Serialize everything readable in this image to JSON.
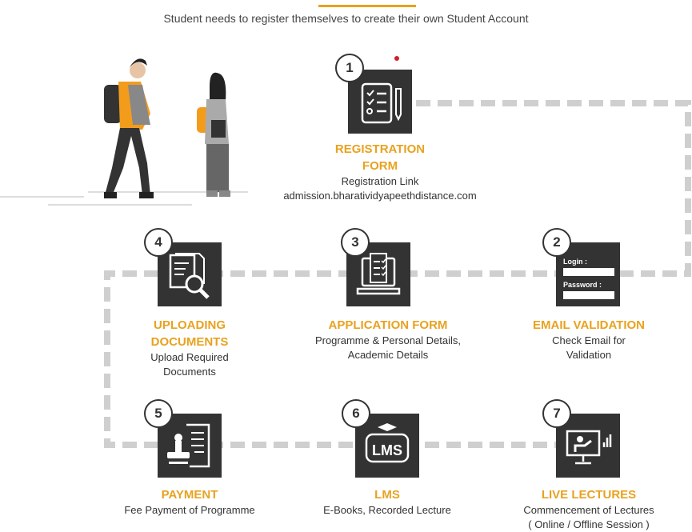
{
  "header": {
    "subtitle": "Student needs to register themselves to create their own Student Account"
  },
  "accent_color": "#e8a21f",
  "steps": [
    {
      "number": "1",
      "title_line1": "REGISTRATION",
      "title_line2": "FORM",
      "desc_line1": "Registration Link",
      "desc_line2": "admission.bharatividyapeethdistance.com",
      "icon": "checklist-pencil-icon"
    },
    {
      "number": "2",
      "title_line1": "EMAIL VALIDATION",
      "desc_line1": "Check Email for",
      "desc_line2": "Validation",
      "icon": "login-form-icon",
      "login_label": "Login :",
      "password_label": "Password :"
    },
    {
      "number": "3",
      "title_line1": "APPLICATION FORM",
      "desc_line1": "Programme & Personal Details,",
      "desc_line2": "Academic Details",
      "icon": "laptop-checklist-icon"
    },
    {
      "number": "4",
      "title_line1": "UPLOADING",
      "title_line2": "DOCUMENTS",
      "desc_line1": "Upload Required",
      "desc_line2": "Documents",
      "icon": "document-search-icon"
    },
    {
      "number": "5",
      "title_line1": "PAYMENT",
      "desc_line1": "Fee Payment of Programme",
      "icon": "stamp-receipt-icon"
    },
    {
      "number": "6",
      "title_line1": "LMS",
      "desc_line1": "E-Books, Recorded Lecture",
      "icon": "lms-icon",
      "icon_text": "LMS"
    },
    {
      "number": "7",
      "title_line1": "LIVE LECTURES",
      "desc_line1": "Commencement of Lectures",
      "desc_line2": "( Online / Offline Session )",
      "icon": "live-lecture-icon"
    }
  ]
}
